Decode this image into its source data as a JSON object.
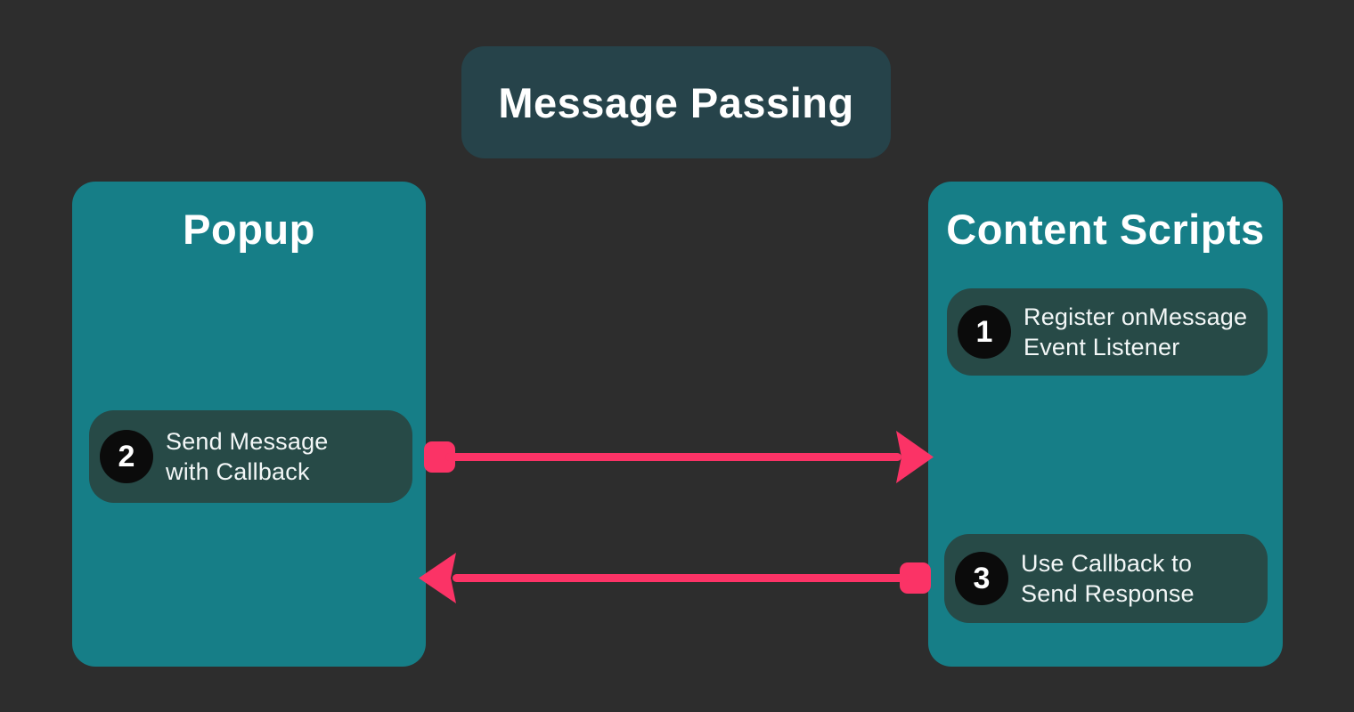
{
  "title": {
    "label": "Message Passing"
  },
  "colors": {
    "background": "#2d2d2d",
    "box_teal": "#167e87",
    "title_panel": "#26434a",
    "step_pill": "#274a47",
    "number_circle": "#0b0b0b",
    "arrow": "#fb3366",
    "text": "#ffffff"
  },
  "popup": {
    "title": "Popup",
    "steps": [
      {
        "number": "2",
        "lines": [
          "Send Message",
          "with Callback"
        ]
      }
    ]
  },
  "content_scripts": {
    "title": "Content Scripts",
    "steps": [
      {
        "number": "1",
        "lines": [
          "Register onMessage",
          "Event Listener"
        ]
      },
      {
        "number": "3",
        "lines": [
          "Use Callback to",
          "Send Response"
        ]
      }
    ]
  },
  "arrows": [
    {
      "name": "send-message-arrow",
      "direction": "right"
    },
    {
      "name": "send-response-arrow",
      "direction": "left"
    }
  ]
}
